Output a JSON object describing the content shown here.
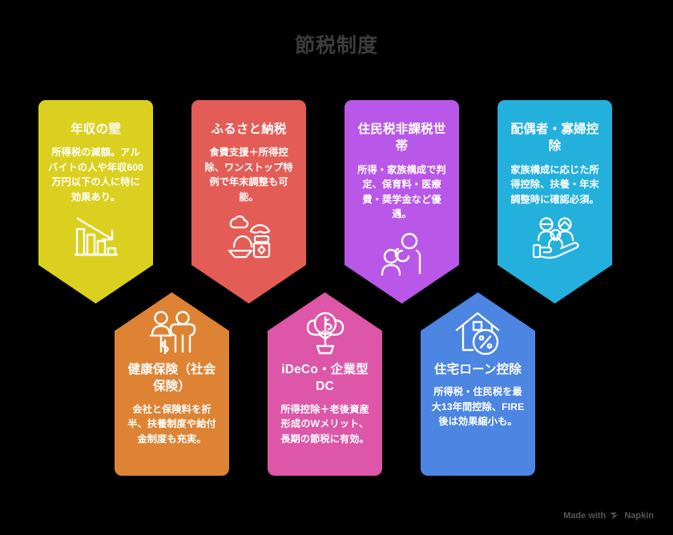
{
  "header": {
    "title": "節税制度"
  },
  "cards": [
    {
      "id": "nenshu-no-kabe",
      "title": "年収の壁",
      "desc": "所得税の減額。アルバイトの人や年収600万円以下の人に特に効果あり。",
      "color": "#dbd01f",
      "icon": "declining-bar-chart-icon",
      "row": "top"
    },
    {
      "id": "furusato-nozei",
      "title": "ふるさと納税",
      "desc": "食費支援＋所得控除、ワンストップ特例で年末調整も可能。",
      "color": "#e45c56",
      "icon": "rice-bowl-food-icon",
      "row": "top"
    },
    {
      "id": "juminzei-hikazei-setai",
      "title": "住民税非課税世帯",
      "desc": "所得・家族構成で判定、保育料・医療費・奨学金など優遇。",
      "color": "#b957e8",
      "icon": "parent-and-child-icon",
      "row": "top"
    },
    {
      "id": "haiguusha-kafu-koujo",
      "title": "配偶者・寡婦控除",
      "desc": "家族構成に応じた所得控除、扶養・年末調整時に確認必須。",
      "color": "#24b0dd",
      "icon": "family-in-hand-icon",
      "row": "top"
    },
    {
      "id": "kenko-hoken",
      "title": "健康保険（社会保険）",
      "desc": "会社と保険料を折半、扶養制度や給付金制度も充実。",
      "color": "#de8333",
      "icon": "two-people-money-icon",
      "row": "bottom"
    },
    {
      "id": "ideco-kigyougata-dc",
      "title": "iDeCo・企業型DC",
      "desc": "所得控除＋老後資産形成のWメリット、長期の節税に有効。",
      "color": "#dd56a8",
      "icon": "money-tree-icon",
      "row": "bottom"
    },
    {
      "id": "jutaku-loan-koujo",
      "title": "住宅ローン控除",
      "desc": "所得税・住民税を最大13年間控除、FIRE後は効果縮小も。",
      "color": "#4c85e2",
      "icon": "house-percent-icon",
      "row": "bottom"
    }
  ],
  "footer": {
    "text_before": "Made with",
    "brand": "Napkin",
    "icon": "napkin-logo-icon"
  }
}
